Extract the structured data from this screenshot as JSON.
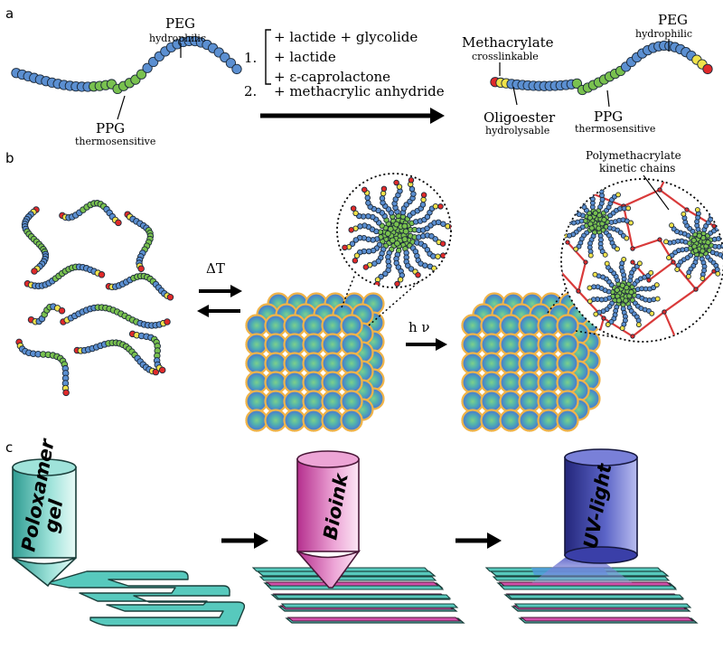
{
  "panels": {
    "a": "a",
    "b": "b",
    "c": "c"
  },
  "colors": {
    "peg": "#5b8fd1",
    "ppg": "#79c14f",
    "oligoester": "#f0e24a",
    "methacrylate": "#e02a2a",
    "polymethacrylate_chain": "#d93a3a",
    "micelle_core": "#3fa8a8",
    "micelle_shell": "#f0b44a",
    "filament": "#57c9bd",
    "bioink": "#d24fa9",
    "uv": "#3a3fa8",
    "arrow": "#000000"
  },
  "panel_a": {
    "left_polymer": {
      "peg_label": "PEG",
      "peg_sub": "hydrophilic",
      "ppg_label": "PPG",
      "ppg_sub": "thermosensitive"
    },
    "reaction": {
      "step1_number": "1.",
      "step1_lines": [
        "+ lactide + glycolide",
        "+ lactide",
        "+ ε-caprolactone"
      ],
      "step2_number": "2.",
      "step2_line": "+ methacrylic anhydride"
    },
    "right_polymer": {
      "methacrylate_label": "Methacrylate",
      "methacrylate_sub": "crosslinkable",
      "peg_label": "PEG",
      "peg_sub": "hydrophilic",
      "oligoester_label": "Oligoester",
      "oligoester_sub": "hydrolysable",
      "ppg_label": "PPG",
      "ppg_sub": "thermosensitive"
    }
  },
  "panel_b": {
    "delta_t_label": "ΔT",
    "hv_label": "h ν",
    "chains_label_line1": "Polymethacrylate",
    "chains_label_line2": "kinetic chains"
  },
  "panel_c": {
    "nozzle1_text_line1": "Poloxamer",
    "nozzle1_text_line2": "gel",
    "nozzle2_text": "Bioink",
    "nozzle3_text": "UV-light"
  }
}
